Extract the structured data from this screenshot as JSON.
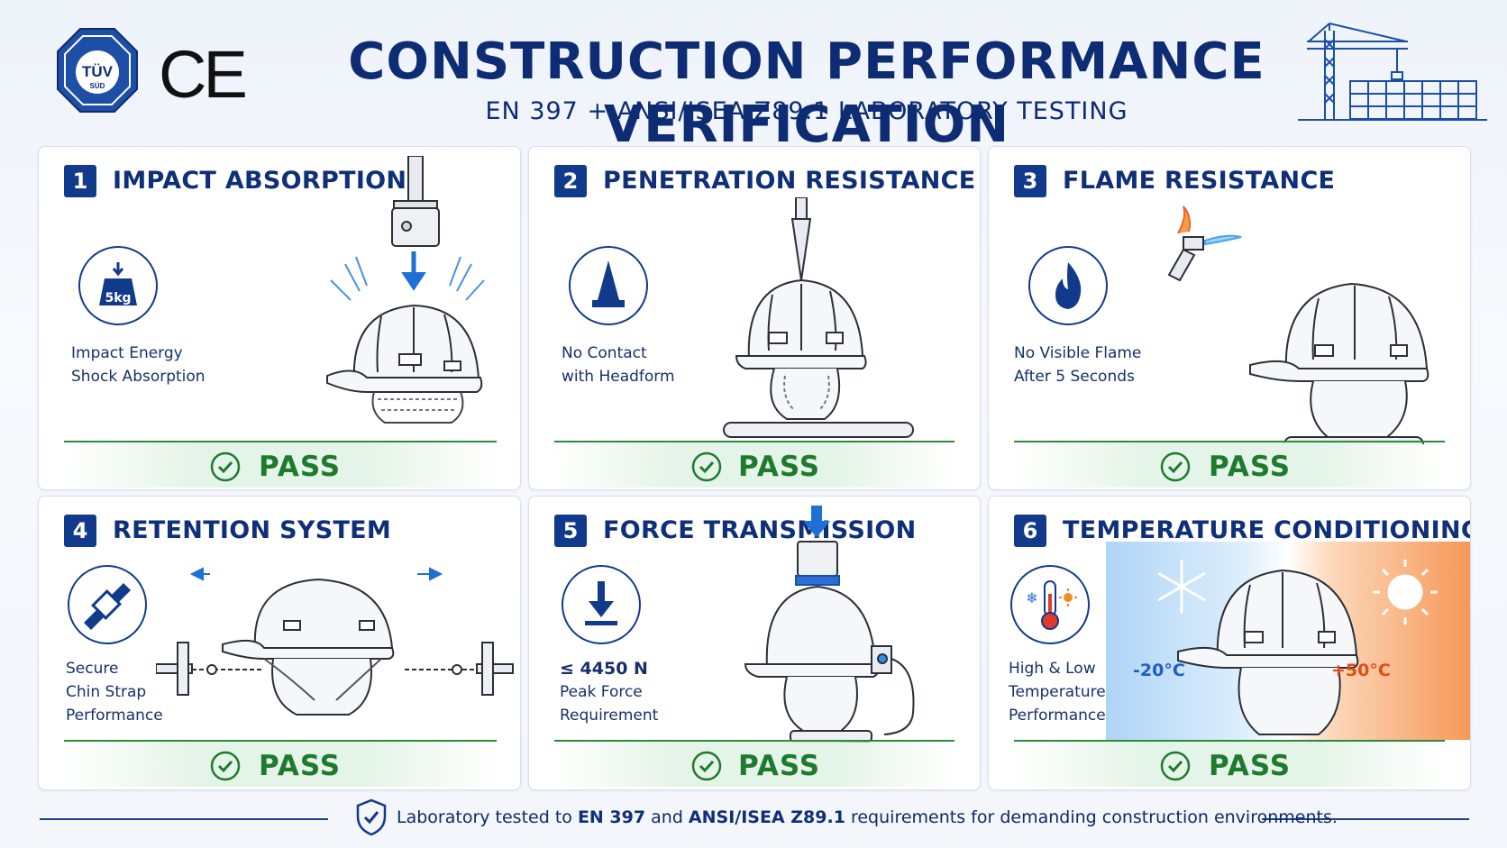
{
  "header": {
    "tuv_logo_text": "TÜV SÜD",
    "ce_mark": "CE",
    "title": "CONSTRUCTION PERFORMANCE VERIFICATION",
    "subtitle": "EN 397 + ANSI/ISEA Z89.1 LABORATORY TESTING"
  },
  "cards": [
    {
      "number": "1",
      "title": "IMPACT ABSORPTION",
      "badge_text": "5kg",
      "desc": [
        "Impact Energy",
        "Shock Absorption"
      ],
      "result": "PASS",
      "icon": "weight-icon"
    },
    {
      "number": "2",
      "title": "PENETRATION RESISTANCE",
      "desc": [
        "No Contact",
        "with Headform"
      ],
      "result": "PASS",
      "icon": "cone-spike-icon"
    },
    {
      "number": "3",
      "title": "FLAME RESISTANCE",
      "desc": [
        "No Visible Flame",
        "After 5 Seconds"
      ],
      "result": "PASS",
      "icon": "flame-icon"
    },
    {
      "number": "4",
      "title": "RETENTION SYSTEM",
      "desc": [
        "Secure",
        "Chin Strap",
        "Performance"
      ],
      "result": "PASS",
      "icon": "buckle-icon"
    },
    {
      "number": "5",
      "title": "FORCE TRANSMISSION",
      "desc": [
        "≤ 4450 N",
        "Peak Force",
        "Requirement"
      ],
      "result": "PASS",
      "icon": "down-arrow-icon"
    },
    {
      "number": "6",
      "title": "TEMPERATURE CONDITIONING",
      "desc": [
        "High & Low",
        "Temperature",
        "Performance"
      ],
      "result": "PASS",
      "icon": "thermometer-icon",
      "cold_label": "-20°C",
      "hot_label": "+50°C"
    }
  ],
  "footer": {
    "prefix": "Laboratory tested to ",
    "std1": "EN 397",
    "mid": " and ",
    "std2": "ANSI/ISEA Z89.1",
    "suffix": " requirements for demanding construction environments."
  },
  "colors": {
    "navy": "#123a8c",
    "pass_green": "#1f7a2e",
    "cold": "#2b6fd6",
    "hot": "#e85a1c"
  }
}
